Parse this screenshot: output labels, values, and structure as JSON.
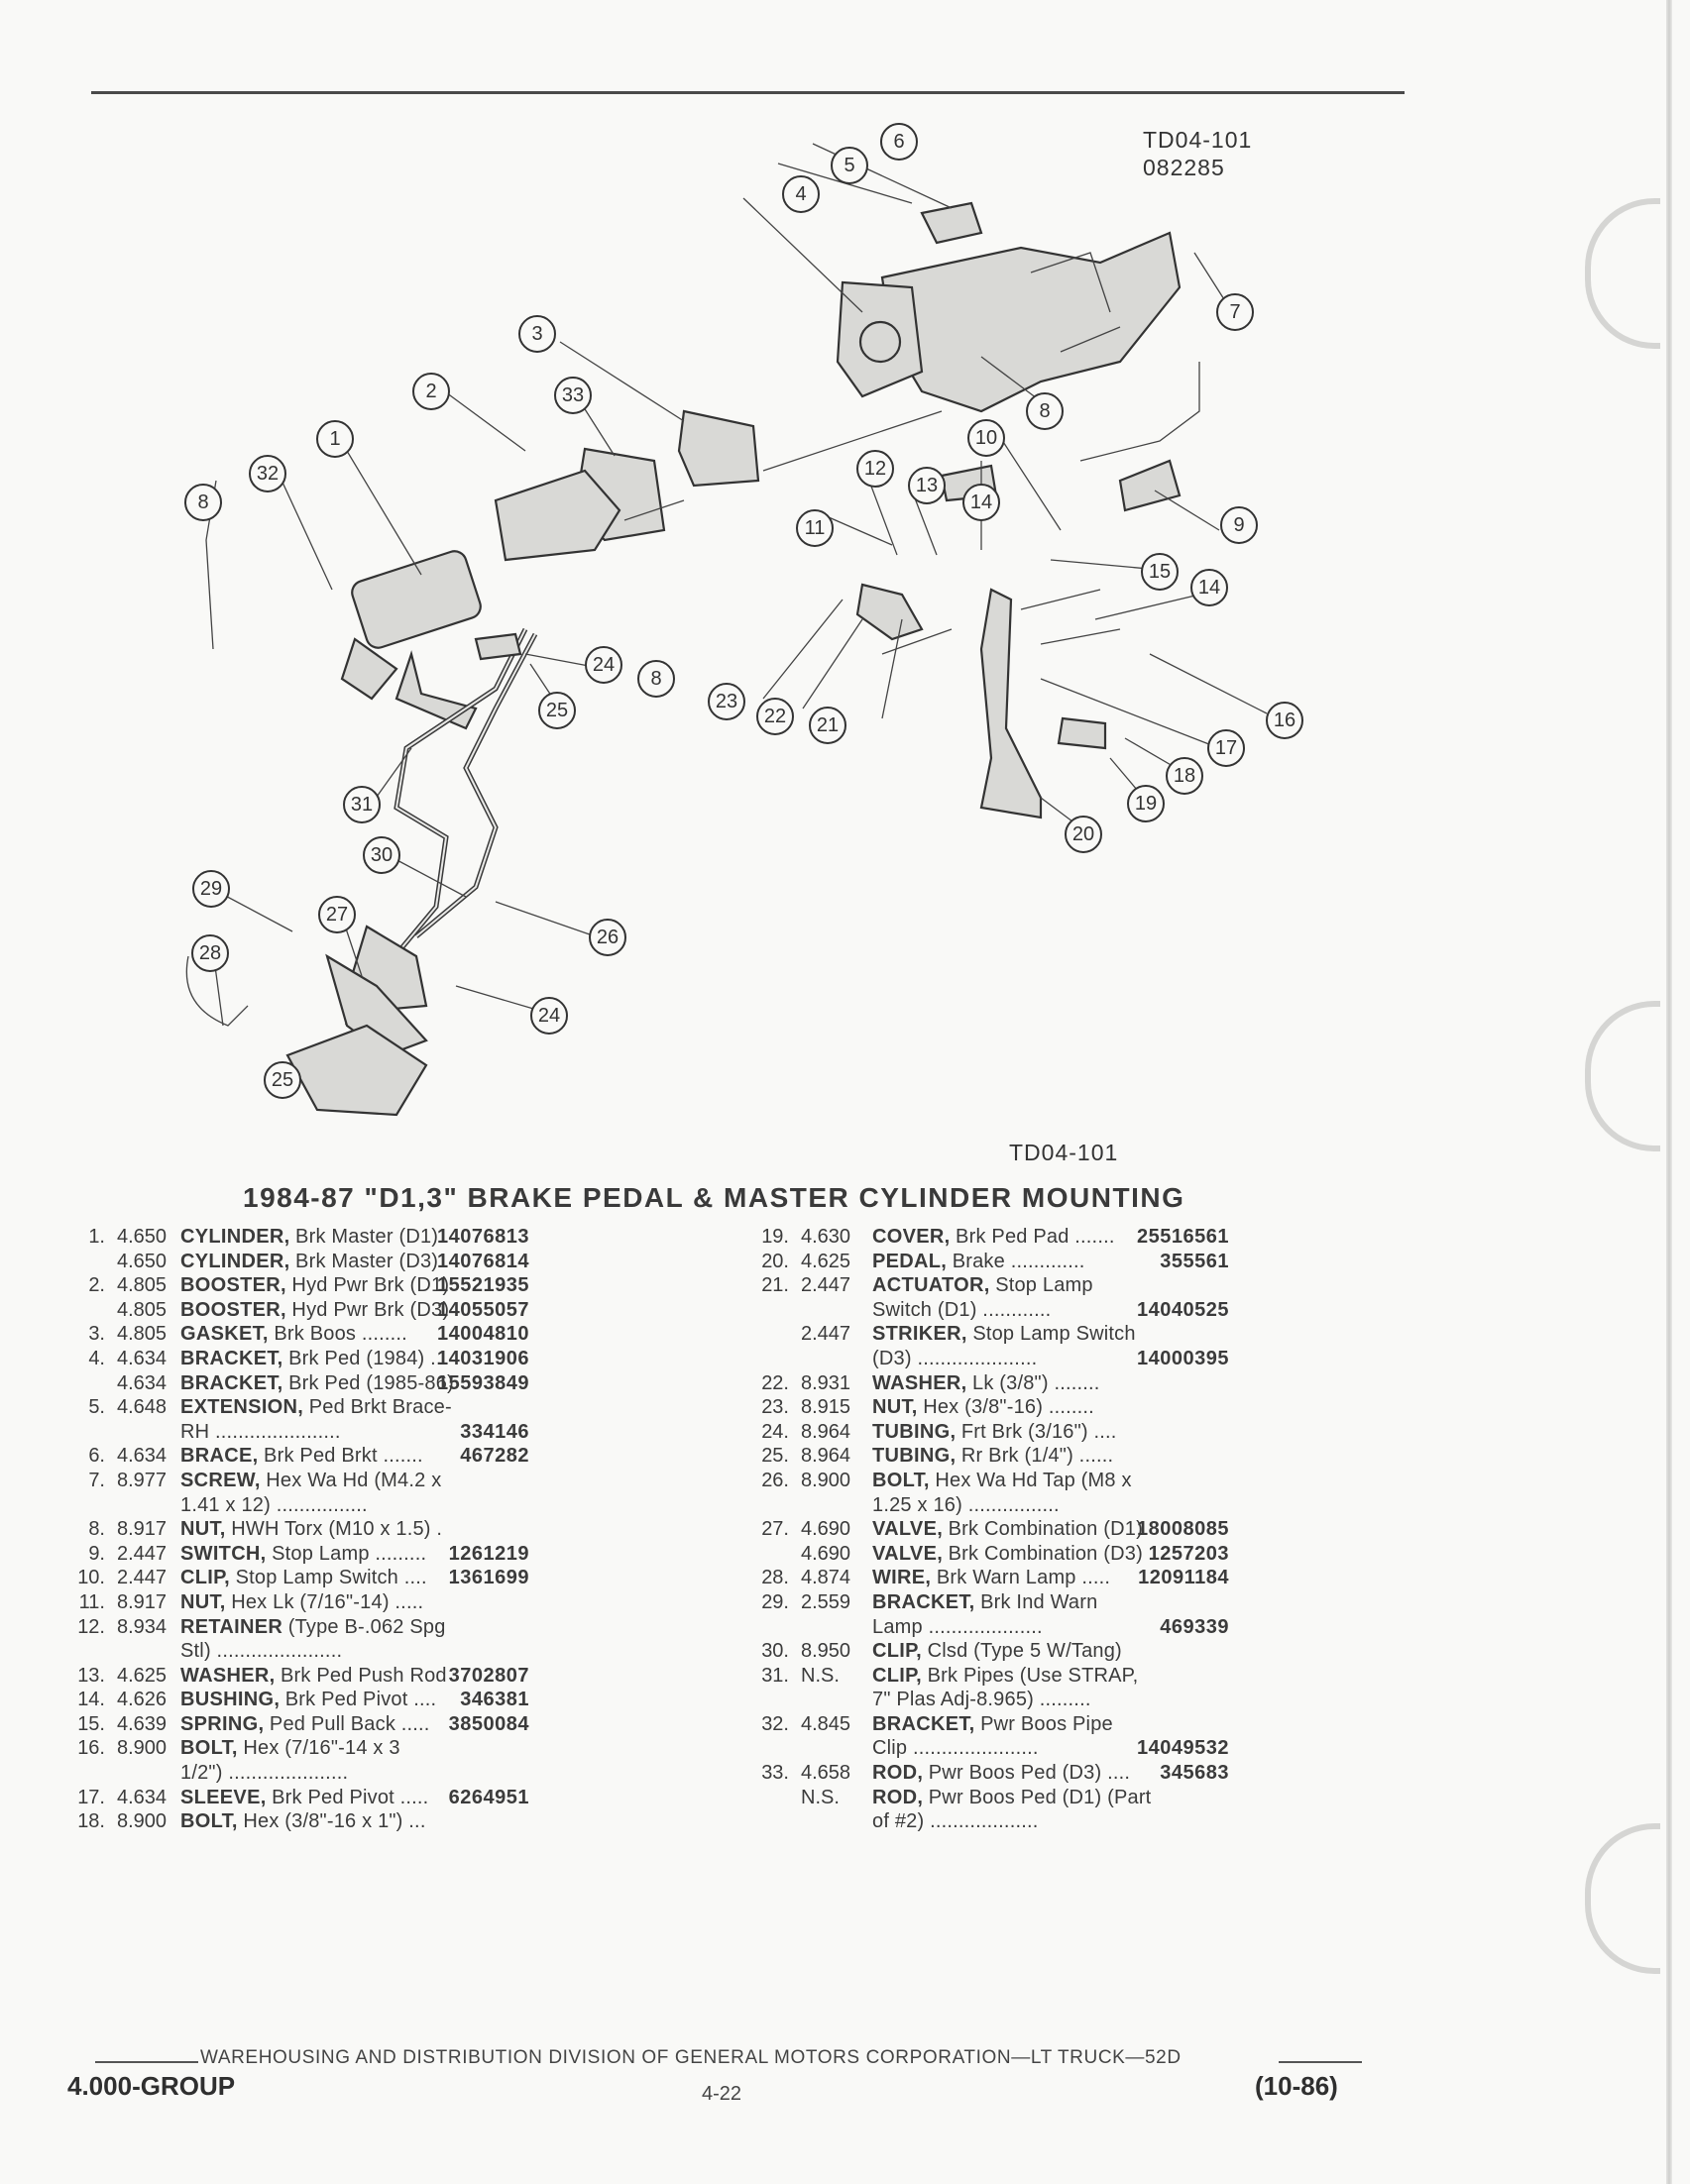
{
  "diagram": {
    "id_top": "TD04-101",
    "date_top": "082285",
    "id_bottom": "TD04-101"
  },
  "heading": "1984-87 \"D1,3\" BRAKE PEDAL & MASTER CYLINDER MOUNTING",
  "parts_left": [
    {
      "num": "1.",
      "grp": "4.650",
      "name": "CYLINDER,",
      "desc": "Brk Master (D1)",
      "pn": "14076813"
    },
    {
      "num": "",
      "grp": "4.650",
      "name": "CYLINDER,",
      "desc": "Brk Master (D3)",
      "pn": "14076814"
    },
    {
      "num": "2.",
      "grp": "4.805",
      "name": "BOOSTER,",
      "desc": "Hyd Pwr Brk (D1)",
      "pn": "15521935"
    },
    {
      "num": "",
      "grp": "4.805",
      "name": "BOOSTER,",
      "desc": "Hyd Pwr Brk (D3)",
      "pn": "14055057"
    },
    {
      "num": "3.",
      "grp": "4.805",
      "name": "GASKET,",
      "desc": "Brk Boos ........",
      "pn": "14004810"
    },
    {
      "num": "4.",
      "grp": "4.634",
      "name": "BRACKET,",
      "desc": "Brk Ped (1984) ..",
      "pn": "14031906"
    },
    {
      "num": "",
      "grp": "4.634",
      "name": "BRACKET,",
      "desc": "Brk Ped (1985-86)",
      "pn": "15593849"
    },
    {
      "num": "5.",
      "grp": "4.648",
      "name": "EXTENSION,",
      "desc": "Ped Brkt Brace-",
      "pn": ""
    },
    {
      "num": "",
      "grp": "",
      "name": "",
      "desc": "RH ......................",
      "pn": "334146"
    },
    {
      "num": "6.",
      "grp": "4.634",
      "name": "BRACE,",
      "desc": "Brk Ped Brkt .......",
      "pn": "467282"
    },
    {
      "num": "7.",
      "grp": "8.977",
      "name": "SCREW,",
      "desc": "Hex Wa Hd (M4.2 x",
      "pn": ""
    },
    {
      "num": "",
      "grp": "",
      "name": "",
      "desc": "1.41 x 12) ................",
      "pn": ""
    },
    {
      "num": "8.",
      "grp": "8.917",
      "name": "NUT,",
      "desc": "HWH Torx (M10 x 1.5) .",
      "pn": ""
    },
    {
      "num": "9.",
      "grp": "2.447",
      "name": "SWITCH,",
      "desc": "Stop Lamp .........",
      "pn": "1261219"
    },
    {
      "num": "10.",
      "grp": "2.447",
      "name": "CLIP,",
      "desc": "Stop Lamp Switch ....",
      "pn": "1361699"
    },
    {
      "num": "11.",
      "grp": "8.917",
      "name": "NUT,",
      "desc": "Hex Lk (7/16\"-14) .....",
      "pn": ""
    },
    {
      "num": "12.",
      "grp": "8.934",
      "name": "RETAINER",
      "desc": "(Type B-.062 Spg",
      "pn": ""
    },
    {
      "num": "",
      "grp": "",
      "name": "",
      "desc": "Stl) ......................",
      "pn": ""
    },
    {
      "num": "13.",
      "grp": "4.625",
      "name": "WASHER,",
      "desc": "Brk Ped Push Rod",
      "pn": "3702807"
    },
    {
      "num": "14.",
      "grp": "4.626",
      "name": "BUSHING,",
      "desc": "Brk Ped Pivot ....",
      "pn": "346381"
    },
    {
      "num": "15.",
      "grp": "4.639",
      "name": "SPRING,",
      "desc": "Ped Pull Back .....",
      "pn": "3850084"
    },
    {
      "num": "16.",
      "grp": "8.900",
      "name": "BOLT,",
      "desc": "Hex (7/16\"-14 x 3",
      "pn": ""
    },
    {
      "num": "",
      "grp": "",
      "name": "",
      "desc": "1/2\") .....................",
      "pn": ""
    },
    {
      "num": "17.",
      "grp": "4.634",
      "name": "SLEEVE,",
      "desc": "Brk Ped Pivot .....",
      "pn": "6264951"
    },
    {
      "num": "18.",
      "grp": "8.900",
      "name": "BOLT,",
      "desc": "Hex (3/8\"-16 x 1\") ...",
      "pn": ""
    }
  ],
  "parts_right": [
    {
      "num": "19.",
      "grp": "4.630",
      "name": "COVER,",
      "desc": "Brk Ped Pad .......",
      "pn": "25516561"
    },
    {
      "num": "20.",
      "grp": "4.625",
      "name": "PEDAL,",
      "desc": "Brake .............",
      "pn": "355561"
    },
    {
      "num": "21.",
      "grp": "2.447",
      "name": "ACTUATOR,",
      "desc": "Stop Lamp",
      "pn": ""
    },
    {
      "num": "",
      "grp": "",
      "name": "",
      "desc": "Switch (D1) ............",
      "pn": "14040525"
    },
    {
      "num": "",
      "grp": "2.447",
      "name": "STRIKER,",
      "desc": "Stop Lamp Switch",
      "pn": ""
    },
    {
      "num": "",
      "grp": "",
      "name": "",
      "desc": "(D3) .....................",
      "pn": "14000395"
    },
    {
      "num": "22.",
      "grp": "8.931",
      "name": "WASHER,",
      "desc": "Lk (3/8\") ........",
      "pn": ""
    },
    {
      "num": "23.",
      "grp": "8.915",
      "name": "NUT,",
      "desc": "Hex (3/8\"-16) ........",
      "pn": ""
    },
    {
      "num": "24.",
      "grp": "8.964",
      "name": "TUBING,",
      "desc": "Frt Brk (3/16\") ....",
      "pn": ""
    },
    {
      "num": "25.",
      "grp": "8.964",
      "name": "TUBING,",
      "desc": "Rr Brk (1/4\") ......",
      "pn": ""
    },
    {
      "num": "26.",
      "grp": "8.900",
      "name": "BOLT,",
      "desc": "Hex Wa Hd Tap (M8 x",
      "pn": ""
    },
    {
      "num": "",
      "grp": "",
      "name": "",
      "desc": "1.25 x 16) ................",
      "pn": ""
    },
    {
      "num": "27.",
      "grp": "4.690",
      "name": "VALVE,",
      "desc": "Brk Combination (D1)",
      "pn": "18008085"
    },
    {
      "num": "",
      "grp": "4.690",
      "name": "VALVE,",
      "desc": "Brk Combination (D3)",
      "pn": "1257203"
    },
    {
      "num": "28.",
      "grp": "4.874",
      "name": "WIRE,",
      "desc": "Brk Warn Lamp .....",
      "pn": "12091184"
    },
    {
      "num": "29.",
      "grp": "2.559",
      "name": "BRACKET,",
      "desc": "Brk Ind Warn",
      "pn": ""
    },
    {
      "num": "",
      "grp": "",
      "name": "",
      "desc": "Lamp ....................",
      "pn": "469339"
    },
    {
      "num": "30.",
      "grp": "8.950",
      "name": "CLIP,",
      "desc": "Clsd (Type 5 W/Tang)",
      "pn": ""
    },
    {
      "num": "31.",
      "grp": "N.S.",
      "name": "CLIP,",
      "desc": "Brk Pipes (Use STRAP,",
      "pn": ""
    },
    {
      "num": "",
      "grp": "",
      "name": "",
      "desc": "7\" Plas Adj-8.965) .........",
      "pn": ""
    },
    {
      "num": "32.",
      "grp": "4.845",
      "name": "BRACKET,",
      "desc": "Pwr Boos Pipe",
      "pn": ""
    },
    {
      "num": "",
      "grp": "",
      "name": "",
      "desc": "Clip ......................",
      "pn": "14049532"
    },
    {
      "num": "33.",
      "grp": "4.658",
      "name": "ROD,",
      "desc": "Pwr Boos Ped (D3) ....",
      "pn": "345683"
    },
    {
      "num": "",
      "grp": "N.S.",
      "name": "ROD,",
      "desc": "Pwr Boos Ped (D1) (Part",
      "pn": ""
    },
    {
      "num": "",
      "grp": "",
      "name": "",
      "desc": "of #2) ...................",
      "pn": ""
    }
  ],
  "footer": {
    "credit": "WAREHOUSING AND DISTRIBUTION  DIVISION OF GENERAL MOTORS CORPORATION—LT TRUCK—52D",
    "group": "4.000-GROUP",
    "page": "4-22",
    "date_code": "(10-86)"
  }
}
